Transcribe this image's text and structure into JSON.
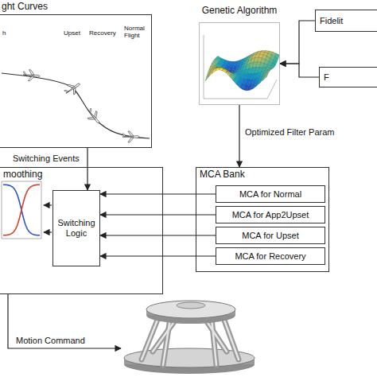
{
  "diagram": {
    "nodes": [
      {
        "text": [
          "ght Curves"
        ]
      },
      {
        "text": [
          "Genetic Algorithm"
        ]
      },
      {
        "text": [
          "Fidelit"
        ]
      },
      {
        "text": [
          "F"
        ]
      },
      {
        "text": [
          "moothing"
        ]
      },
      {
        "text": [
          "Switching Logic"
        ],
        "in": 4
      },
      {
        "text": [
          "MCA Bank"
        ]
      },
      {
        "text": [
          "MCA for Normal"
        ],
        "in": 6
      },
      {
        "text": [
          "MCA for App2Upset"
        ],
        "in": 6
      },
      {
        "text": [
          "MCA for Upset"
        ],
        "in": 6
      },
      {
        "text": [
          "MCA for Recovery"
        ],
        "in": 6
      }
    ],
    "edges": [
      {
        "from": 2,
        "to": 1,
        "arrow": "to"
      },
      {
        "from": 3,
        "to": 1,
        "arrow": "to"
      },
      {
        "from": 1,
        "to": 6,
        "label": "Optimized Filter Param",
        "arrow": "to"
      },
      {
        "from": 0,
        "to": 5,
        "label": "Switching Events",
        "arrow": "to"
      },
      {
        "from": 7,
        "to": 5,
        "arrow": "to"
      },
      {
        "from": 8,
        "to": 5,
        "arrow": "to"
      },
      {
        "from": 9,
        "to": 5,
        "arrow": "to"
      },
      {
        "from": 10,
        "to": 5,
        "arrow": "to"
      }
    ],
    "labels": [
      "h",
      "Upset",
      "Recovery",
      "Normal Flight",
      "Motion Command"
    ]
  }
}
